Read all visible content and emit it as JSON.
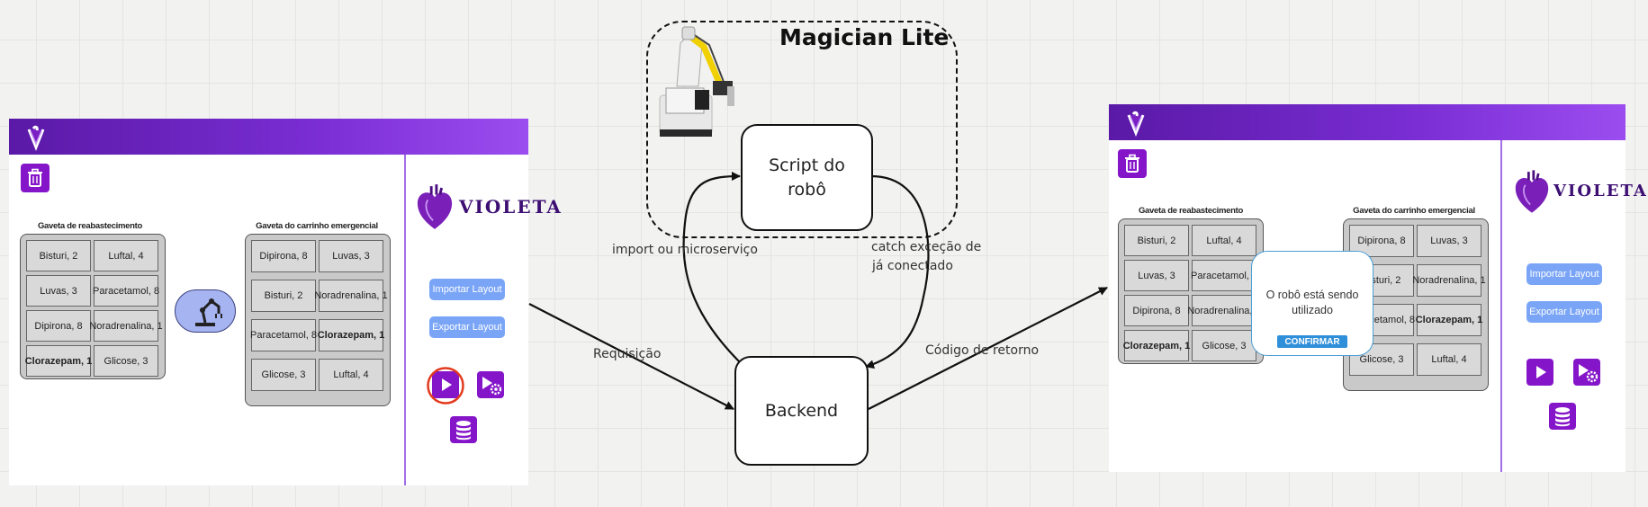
{
  "diagram": {
    "group_title": "Magician Lite",
    "nodes": {
      "script": "Script do robô",
      "backend": "Backend"
    },
    "edge_labels": {
      "import": "import ou microserviço",
      "catch_line1": "catch exceção de",
      "catch_line2": "já conectado",
      "requisicao": "Requisição",
      "codigo": "Código de retorno"
    }
  },
  "app": {
    "brand_name": "VIOLETA",
    "drawer_left_title": "Gaveta de reabastecimento",
    "drawer_right_title": "Gaveta do carrinho emergencial",
    "drawer_left_items": [
      {
        "label": "Bisturi, 2",
        "bold": false
      },
      {
        "label": "Luftal, 4",
        "bold": false
      },
      {
        "label": "Luvas, 3",
        "bold": false
      },
      {
        "label": "Paracetamol, 8",
        "bold": false
      },
      {
        "label": "Dipirona, 8",
        "bold": false
      },
      {
        "label": "Noradrenalina, 1",
        "bold": false
      },
      {
        "label": "Clorazepam, 1",
        "bold": true
      },
      {
        "label": "Glicose, 3",
        "bold": false
      }
    ],
    "drawer_right_items": [
      {
        "label": "Dipirona, 8",
        "bold": false
      },
      {
        "label": "Luvas, 3",
        "bold": false
      },
      {
        "label": "Bisturi, 2",
        "bold": false
      },
      {
        "label": "Noradrenalina, 1",
        "bold": false
      },
      {
        "label": "Paracetamol, 8",
        "bold": false
      },
      {
        "label": "Clorazepam, 1",
        "bold": true
      },
      {
        "label": "Glicose, 3",
        "bold": false
      },
      {
        "label": "Luftal, 4",
        "bold": false
      }
    ],
    "import_button": "Importar Layout",
    "export_button": "Exportar Layout",
    "modal_text_line1": "O robô está sendo",
    "modal_text_line2": "utilizado",
    "modal_confirm": "CONFIRMAR"
  },
  "colors": {
    "accent_purple": "#8515c9",
    "topbar_purple": "#6a22bd",
    "button_blue": "#7aa5f7",
    "highlight_red": "#e23a1e",
    "modal_border": "#4a9fd6"
  },
  "icons": [
    "trash-icon",
    "play-icon",
    "gear-play-icon",
    "database-icon",
    "robot-arm-icon",
    "heart-logo-icon"
  ]
}
